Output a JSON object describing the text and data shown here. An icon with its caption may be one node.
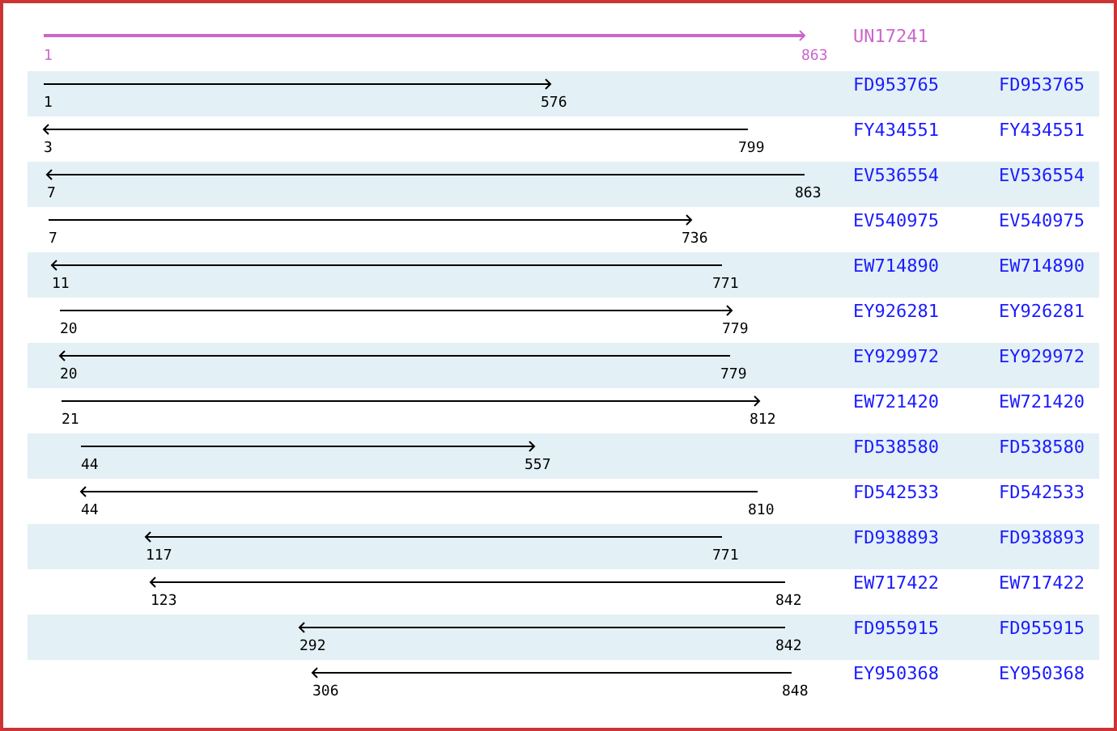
{
  "diagram": {
    "labels": [
      "UN17241",
      "1",
      "863",
      "FD953765",
      "FD953765",
      "1",
      "576",
      "FY434551",
      "FY434551",
      "3",
      "799",
      "EV536554",
      "EV536554",
      "7",
      "863",
      "EV540975",
      "EV540975",
      "7",
      "736",
      "EW714890",
      "EW714890",
      "11",
      "771",
      "EY926281",
      "EY926281",
      "20",
      "779",
      "EY929972",
      "EY929972",
      "20",
      "779",
      "EW721420",
      "EW721420",
      "21",
      "812",
      "FD538580",
      "FD538580",
      "44",
      "557",
      "FD542533",
      "FD542533",
      "44",
      "810",
      "FD938893",
      "FD938893",
      "117",
      "771",
      "EW717422",
      "EW717422",
      "123",
      "842",
      "FD955915",
      "FD955915",
      "292",
      "842",
      "EY950368",
      "EY950368",
      "306",
      "848"
    ]
  }
}
